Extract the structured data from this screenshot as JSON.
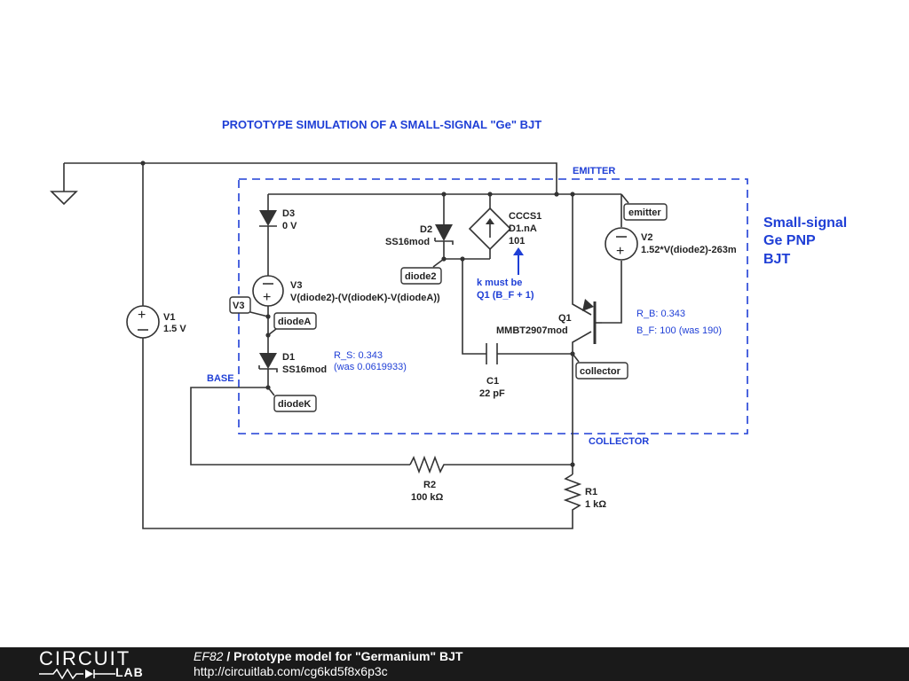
{
  "diagram": {
    "title": "PROTOTYPE SIMULATION OF A SMALL-SIGNAL \"Ge\" BJT",
    "labels": {
      "emitter": "EMITTER",
      "collector": "COLLECTOR",
      "base": "BASE",
      "side_1": "Small-signal",
      "side_2": "Ge PNP",
      "side_3": "BJT"
    },
    "components": {
      "v1": {
        "name": "V1",
        "value": "1.5 V"
      },
      "v2": {
        "name": "V2",
        "value": "1.52*V(diode2)-263m"
      },
      "v3": {
        "name": "V3",
        "value": "V(diode2)-(V(diodeK)-V(diodeA))"
      },
      "d1": {
        "name": "D1",
        "value": "SS16mod"
      },
      "d2": {
        "name": "D2",
        "value": "SS16mod"
      },
      "d3": {
        "name": "D3",
        "value": "0 V"
      },
      "cccs1": {
        "name": "CCCS1",
        "value1": "D1.nA",
        "value2": "101"
      },
      "q1": {
        "name": "Q1",
        "value": "MMBT2907mod"
      },
      "c1": {
        "name": "C1",
        "value": "22 pF"
      },
      "r1": {
        "name": "R1",
        "value": "1 kΩ"
      },
      "r2": {
        "name": "R2",
        "value": "100 kΩ"
      }
    },
    "net_tags": {
      "emitter": "emitter",
      "collector": "collector",
      "diode2": "diode2",
      "diodeA": "diodeA",
      "diodeK": "diodeK",
      "v3": "V3"
    },
    "notes": {
      "k_line1": "k must be",
      "k_line2": "Q1 (B_F + 1)",
      "rs_line1": "R_S: 0.343",
      "rs_line2": "(was 0.0619933)",
      "rb": "R_B: 0.343",
      "bf": "B_F: 100 (was 190)"
    },
    "colors": {
      "accent": "#1f3fd6",
      "wire": "#333333",
      "footer": "#1a1a1a"
    }
  },
  "footer": {
    "logo_top": "CIRCUIT",
    "logo_bottom": "LAB",
    "code": "EF82",
    "separator": " / ",
    "title": "Prototype model for \"Germanium\" BJT",
    "url": "http://circuitlab.com/cg6kd5f8x6p3c"
  }
}
